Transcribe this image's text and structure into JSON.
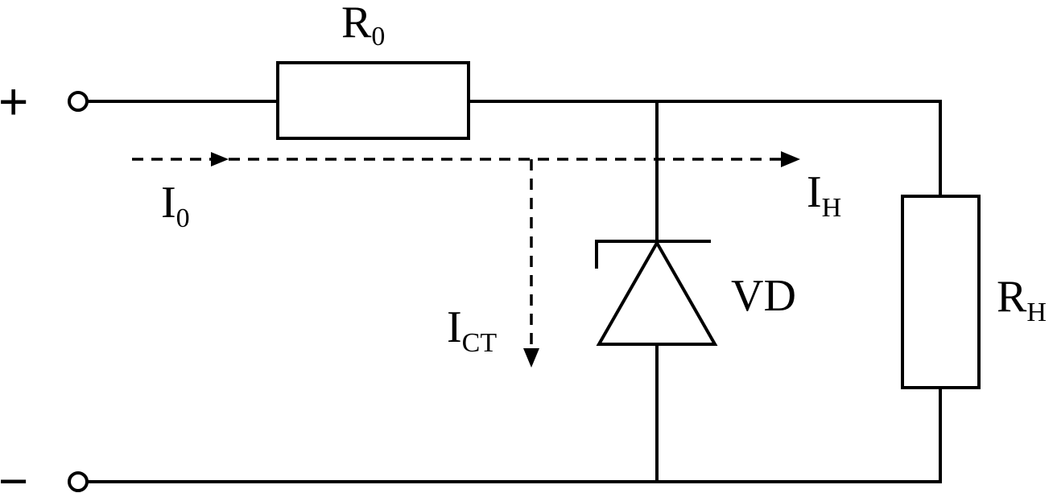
{
  "terminals": {
    "positive": "+",
    "negative": "−"
  },
  "components": {
    "r0": {
      "letter": "R",
      "sub": "0"
    },
    "rh": {
      "letter": "R",
      "sub": "H"
    },
    "vd": {
      "label": "VD"
    }
  },
  "currents": {
    "i0": {
      "letter": "I",
      "sub": "0"
    },
    "ih": {
      "letter": "I",
      "sub": "H"
    },
    "ict": {
      "letter": "I",
      "sub": "CT"
    }
  }
}
